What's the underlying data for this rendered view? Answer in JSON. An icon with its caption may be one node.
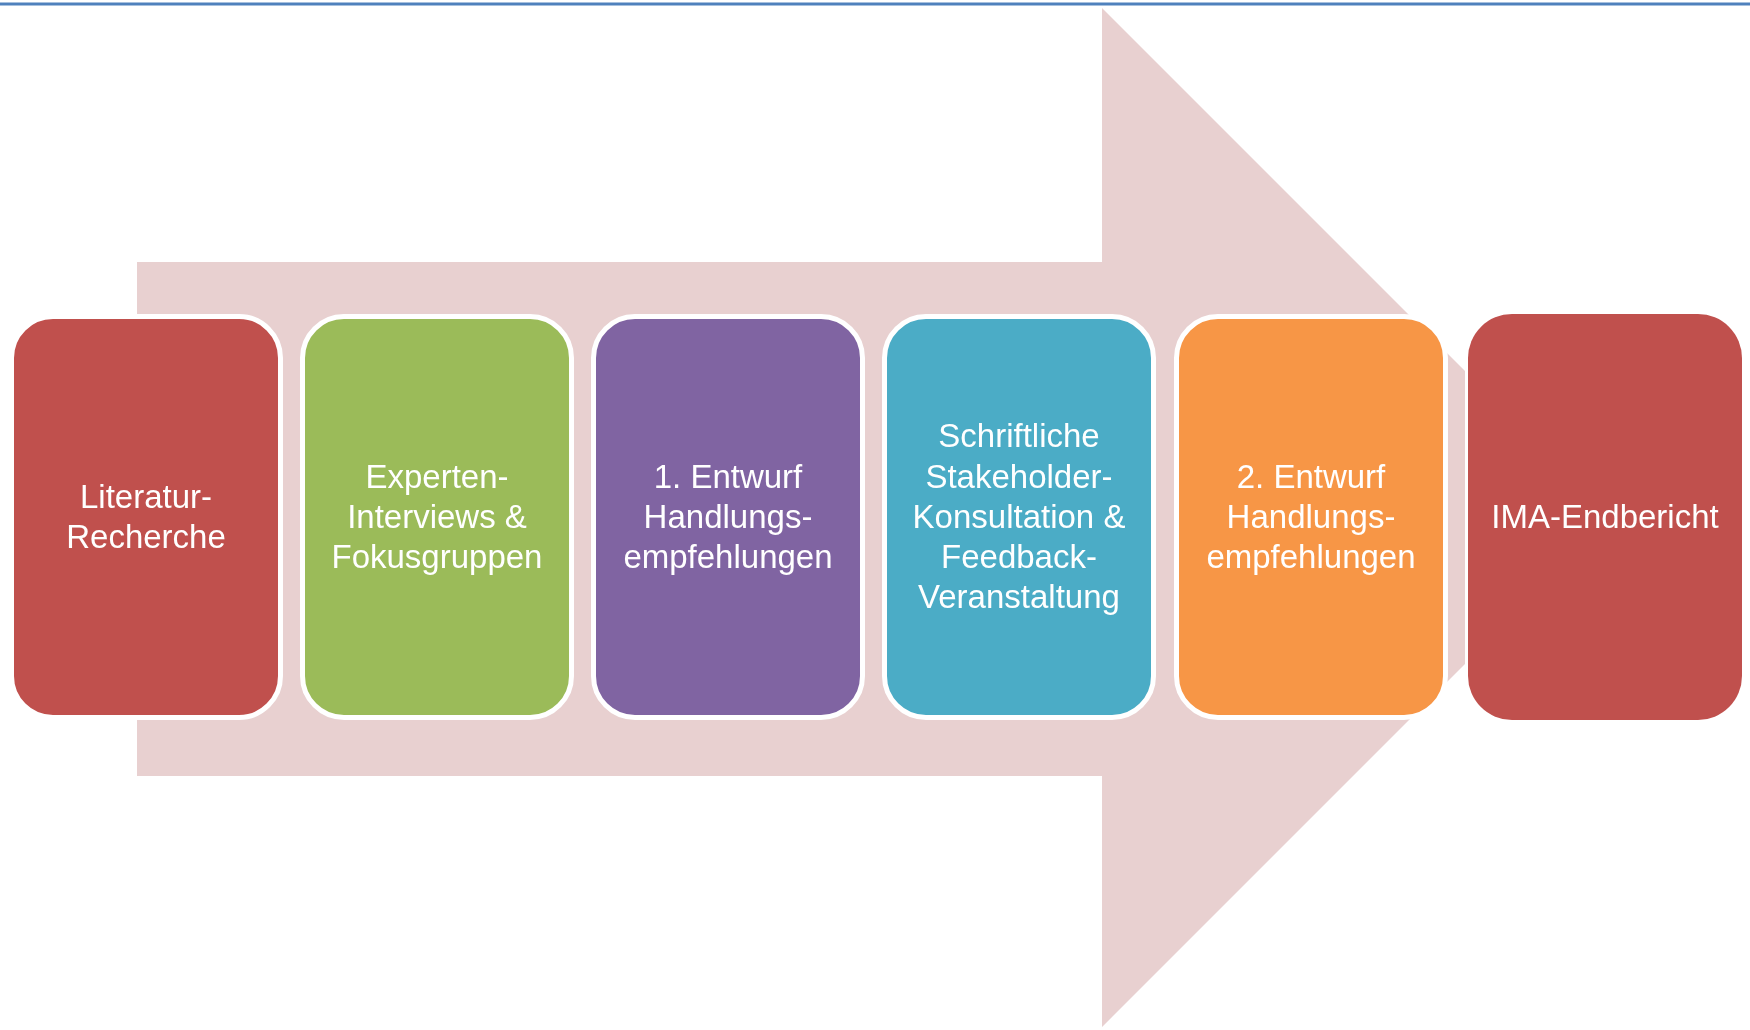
{
  "diagram": {
    "nodes": [
      {
        "text": [
          "Literatur-Recherche"
        ]
      },
      {
        "text": [
          "Experten-Interviews & Fokusgruppen"
        ]
      },
      {
        "text": [
          "1. Entwurf Handlungs-empfehlungen"
        ]
      },
      {
        "text": [
          "Schriftliche Stakeholder-Konsultation & Feedback-Veranstaltung"
        ]
      },
      {
        "text": [
          "2. Entwurf Handlungs-empfehlungen"
        ]
      },
      {
        "text": [
          "IMA-Endbericht"
        ]
      }
    ]
  }
}
